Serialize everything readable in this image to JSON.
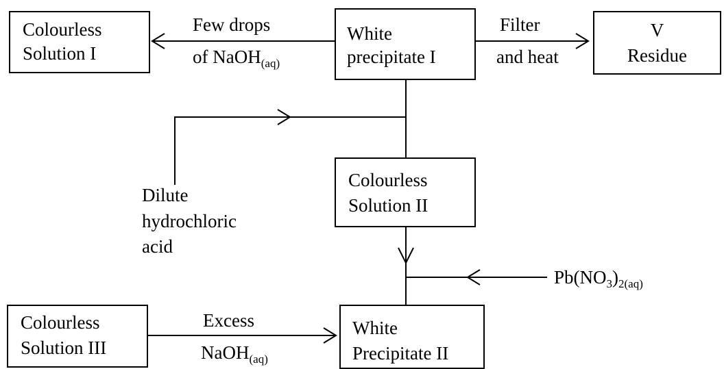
{
  "boxes": {
    "colourless_solution_1": [
      "Colourless",
      "Solution I"
    ],
    "white_precipitate_1": [
      "White",
      "precipitate I"
    ],
    "v_residue": [
      "V",
      "Residue"
    ],
    "colourless_solution_2": [
      "Colourless",
      "Solution II"
    ],
    "colourless_solution_3": [
      "Colourless",
      "Solution III"
    ],
    "white_precipitate_2": [
      "White",
      "Precipitate II"
    ]
  },
  "labels": {
    "few_drops": "Few drops",
    "of_naoh_prefix": "of NaOH",
    "naoh_state": "(aq)",
    "filter": "Filter",
    "and_heat": "and heat",
    "dilute_hcl": [
      "Dilute",
      "hydrochloric",
      "acid"
    ],
    "lead_nitrate_main": "Pb(NO",
    "lead_nitrate_sub3": "3",
    "lead_nitrate_close": ")",
    "lead_nitrate_state": "2(aq)",
    "excess": "Excess",
    "naoh_prefix": "NaOH",
    "naoh_state_2": "(aq)"
  }
}
